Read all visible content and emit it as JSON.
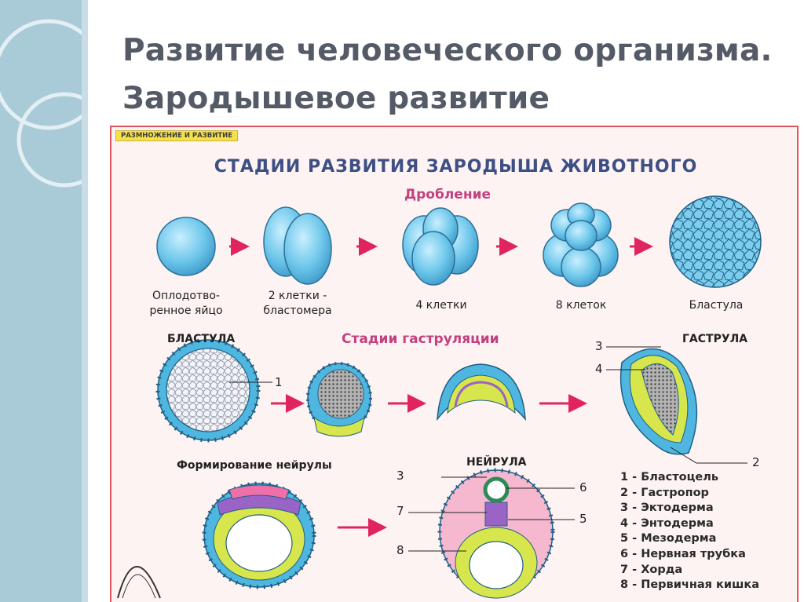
{
  "slide": {
    "title": "Развитие человеческого организма. Зародышевое развитие"
  },
  "poster": {
    "category_tag": "РАЗМНОЖЕНИЕ И РАЗВИТИЕ",
    "heading": "СТАДИИ РАЗВИТИЯ ЗАРОДЫША ЖИВОТНОГО",
    "cleavage": {
      "title": "Дробление",
      "stages": [
        {
          "label_line1": "Оплодотво-",
          "label_line2": "ренное яйцо"
        },
        {
          "label_line1": "2 клетки -",
          "label_line2": "бластомера"
        },
        {
          "label_line1": "4 клетки",
          "label_line2": ""
        },
        {
          "label_line1": "8 клеток",
          "label_line2": ""
        },
        {
          "label_line1": "Бластула",
          "label_line2": ""
        }
      ]
    },
    "gastrulation": {
      "title": "Стадии гаструляции",
      "blastula_label": "БЛАСТУЛА",
      "gastrula_label": "ГАСТРУЛА"
    },
    "neurula": {
      "formation_title": "Формирование нейрулы",
      "label": "НЕЙРУЛА"
    },
    "callouts": [
      "1",
      "2",
      "3",
      "4",
      "3",
      "6",
      "7",
      "5",
      "8"
    ],
    "legend": [
      "1 - Бластоцель",
      "2 - Гастропор",
      "3 - Эктодерма",
      "4 - Энтодерма",
      "5 - Мезодерма",
      "6 - Нервная трубка",
      "7 - Хорда",
      "8 - Первичная кишка"
    ],
    "colors": {
      "cell_blue": "#6cc6ea",
      "ectoderm": "#4fb7df",
      "endoderm": "#d7e64c",
      "mesoderm": "#9a63c6",
      "neural": "#ef6fa9",
      "arrow": "#e0245e",
      "section_title": "#c2417f",
      "heading": "#3e4f84"
    }
  }
}
